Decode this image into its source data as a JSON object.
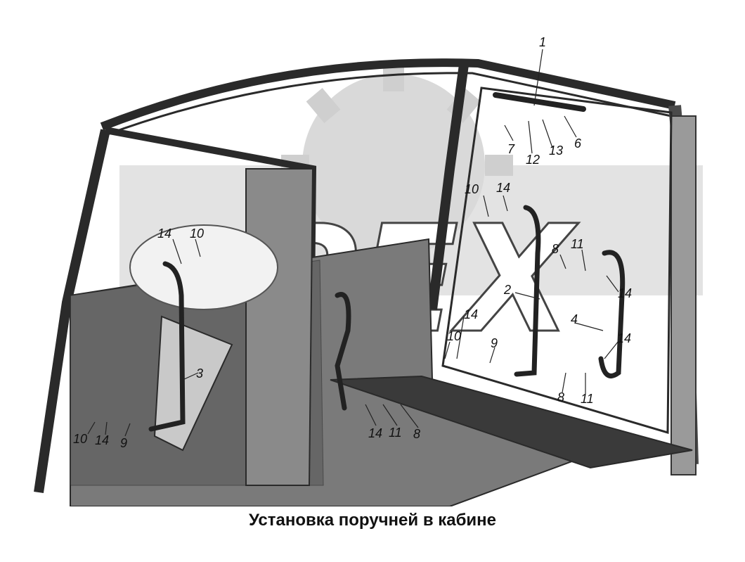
{
  "caption": "Установка поручней в кабине",
  "watermark": "РЕХ",
  "callouts": [
    {
      "id": "c1",
      "label": "1"
    },
    {
      "id": "c7",
      "label": "7"
    },
    {
      "id": "c12",
      "label": "12"
    },
    {
      "id": "c13",
      "label": "13"
    },
    {
      "id": "c6",
      "label": "6"
    },
    {
      "id": "c10a",
      "label": "10"
    },
    {
      "id": "c14a",
      "label": "14"
    },
    {
      "id": "c14b",
      "label": "14"
    },
    {
      "id": "c10b",
      "label": "10"
    },
    {
      "id": "c8a",
      "label": "8"
    },
    {
      "id": "c11a",
      "label": "11"
    },
    {
      "id": "c2",
      "label": "2"
    },
    {
      "id": "c14c",
      "label": "14"
    },
    {
      "id": "c4",
      "label": "4"
    },
    {
      "id": "c14d",
      "label": "14"
    },
    {
      "id": "c14e",
      "label": "14"
    },
    {
      "id": "c10c",
      "label": "10"
    },
    {
      "id": "c9a",
      "label": "9"
    },
    {
      "id": "c3",
      "label": "3"
    },
    {
      "id": "c8b",
      "label": "8"
    },
    {
      "id": "c11b",
      "label": "11"
    },
    {
      "id": "c14f",
      "label": "14"
    },
    {
      "id": "c11c",
      "label": "11"
    },
    {
      "id": "c8c",
      "label": "8"
    },
    {
      "id": "c10d",
      "label": "10"
    },
    {
      "id": "c14g",
      "label": "14"
    },
    {
      "id": "c9b",
      "label": "9"
    }
  ]
}
